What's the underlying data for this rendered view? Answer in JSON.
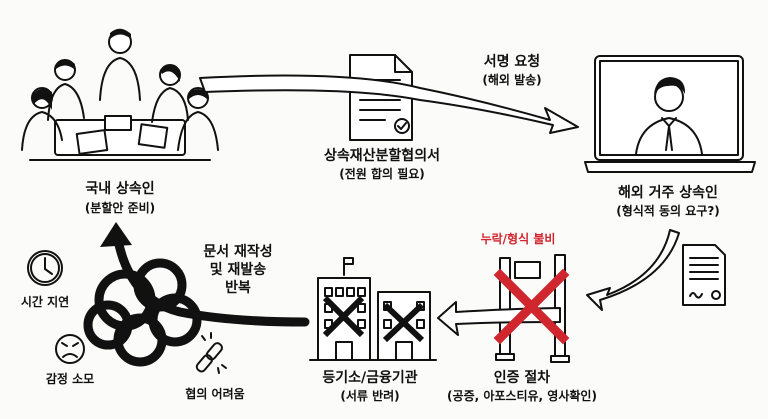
{
  "nodes": {
    "domestic": {
      "title": "국내 상속인",
      "subtitle": "(분할안 준비)"
    },
    "agreement": {
      "title": "상속재산분할협의서",
      "subtitle": "(전원 합의 필요)"
    },
    "overseas": {
      "title": "해외 거주 상속인",
      "subtitle": "(형식적 동의 요구?)"
    },
    "certification": {
      "title": "인증 절차",
      "subtitle": "(공증, 아포스티유, 영사확인)",
      "warning": "누락/형식 불비"
    },
    "registry": {
      "title": "등기소/금융기관",
      "subtitle": "(서류 반려)"
    }
  },
  "arrows": {
    "sign_request": {
      "title": "서명 요청",
      "subtitle": "(해외 발송)"
    },
    "loop": {
      "line1": "문서 재작성",
      "line2": "및 재발송",
      "line3": "반복"
    }
  },
  "side_effects": {
    "time": "시간 지연",
    "emotion": "감정 소모",
    "negotiation": "협의 어려움"
  },
  "colors": {
    "accent_red": "#d0262e",
    "ink": "#111111"
  }
}
